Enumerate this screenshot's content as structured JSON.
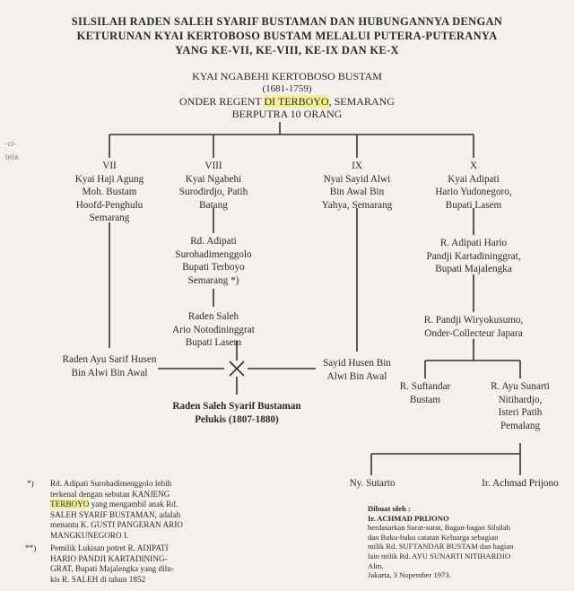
{
  "title_lines": [
    "SILSILAH RADEN SALEH SYARIF BUSTAMAN DAN HUBUNGANNYA DENGAN",
    "KETURUNAN KYAI KERTOBOSO BUSTAM MELALUI PUTERA-PUTERANYA",
    "YANG KE-VII, KE-VIII, KE-IX DAN KE-X"
  ],
  "ancestor": {
    "name": "KYAI NGABEHI KERTOBOSO BUSTAM",
    "years": "(1681-1759)",
    "role_prefix": "ONDER REGENT ",
    "role_highlight": "DI TERBOYO",
    "role_suffix": ", SEMARANG",
    "children": "BERPUTRA 10 ORANG"
  },
  "margin_note": [
    "-ci-",
    "tela"
  ],
  "branch_vii": {
    "numeral": "VII",
    "lines": [
      "Kyai Haji Agung",
      "Moh. Bustam",
      "Hoofd-Penghulu",
      "Semarang"
    ],
    "spouse_lines": [
      "Raden Ayu Sarif Husen",
      "Bin Alwi Bin Awal"
    ]
  },
  "branch_viii": {
    "numeral": "VIII",
    "lines": [
      "Kyai Ngabehi",
      "Surodirdjo, Patih",
      "Batang"
    ],
    "gen2": [
      "Rd. Adipati",
      "Surohadimenggolo",
      "Bupati Terboyo",
      "Semarang *)"
    ],
    "gen3": [
      "Raden Saleh",
      "Ario Notodininggrat",
      "Bupati Lasem"
    ]
  },
  "branch_ix": {
    "numeral": "IX",
    "lines": [
      "Nyai Sayid Alwi",
      "Bin Awal Bin",
      "Yahya, Semarang"
    ],
    "gen2": [
      "Sayid Husen Bin",
      "Alwi Bin Awal"
    ]
  },
  "branch_x": {
    "numeral": "X",
    "lines": [
      "Kyai Adipati",
      "Hario Yudonegoro,",
      "Bupati Lasem"
    ],
    "gen2": [
      "R. Adipati Hario",
      "Pandji Kartadininggrat,",
      "Bupati Majalengka"
    ],
    "gen3": [
      "R. Pandji Wiryokusumo,",
      "Onder-Collecteur Japara"
    ],
    "child_a": [
      "R. Suftandar",
      "Bustam"
    ],
    "child_b": [
      "R. Ayu Sunarti",
      "Nitihardjo,",
      "Isteri Patih",
      "Pemalang"
    ],
    "grand_a": "Ny. Sutarto",
    "grand_b": "Ir. Achmad Prijono"
  },
  "subject": {
    "name": "Raden Saleh Syarif Bustaman",
    "role": "Pelukis (1807-1880)",
    "marriage_symbol": "X"
  },
  "footnote_1": {
    "marker": "*)",
    "lines": [
      "Rd. Adipati Surohadimenggolo lebih",
      "terkenal dengan sebutan KANJENG",
      "yang mengambil anak Rd.",
      "SALEH SYARIF BUSTAMAN, adalah",
      "menantu K. GUSTI PANGERAN ARIO",
      "MANGKUNEGORO I."
    ],
    "highlight": "TERBOYO"
  },
  "footnote_2": {
    "marker": "**)",
    "lines": [
      "Pemilik Lukisan potret R. ADIPATI",
      "HARIO PANDJI KARTADINING-",
      "GRAT, Bupati Majalengka yang dilu-",
      "kis R. SALEH di tahun 1852"
    ]
  },
  "author": {
    "label": "Dibuat oleh :",
    "name": "Ir. ACHMAD PRIJONO",
    "lines": [
      "berdasarkan Surat-surat, Bagan-bagan Silsilah",
      "dan Buku-buku catatan Keluarga sebagian",
      "milik Rd. SUFTANDAR BUSTAM dan bagian",
      "lain milik Rd. AYU SUNARTI NITIHARDJO",
      "Alm."
    ],
    "date": "Jakarta,   3 Nopember 1973."
  }
}
